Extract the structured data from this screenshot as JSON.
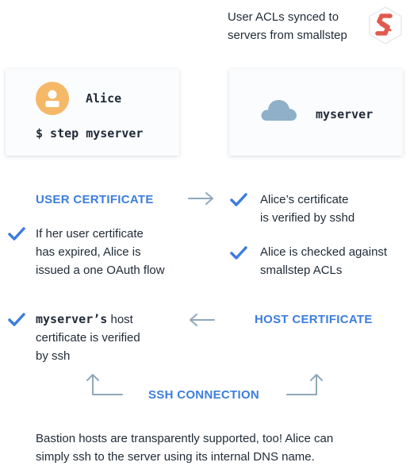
{
  "header": {
    "sync_note_line1": "User ACLs synced to",
    "sync_note_line2": "servers from smallstep",
    "logo_icon": "smallstep-logo-icon",
    "logo_color": "#e05a4e"
  },
  "user_card": {
    "avatar_icon": "user-avatar-icon",
    "avatar_color": "#f4b867",
    "name": "Alice",
    "command": "$ step myserver"
  },
  "server_card": {
    "cloud_icon": "cloud-icon",
    "cloud_color": "#8fb0c8",
    "name": "myserver"
  },
  "user_certificate": {
    "heading": "USER CERTIFICATE",
    "note_line1": "If her user certificate",
    "note_line2": "has expired, Alice is",
    "note_line3": "issued a one OAuth flow"
  },
  "server_checks": [
    {
      "line1": "Alice’s certificate",
      "line2": "is verified by sshd"
    },
    {
      "line1": "Alice is checked against",
      "line2": "smallstep ACLs"
    }
  ],
  "host_certificate": {
    "heading": "HOST CERTIFICATE",
    "note_mono": "myserver’s",
    "note_line1_rest": " host",
    "note_line2": "certificate is verified",
    "note_line3": "by ssh"
  },
  "ssh_connection": {
    "heading": "SSH CONNECTION"
  },
  "footer": {
    "line1": "Bastion hosts are transparently supported, too! Alice can",
    "line2": "simply ssh to the server using its internal DNS name."
  },
  "colors": {
    "accent_blue": "#3d7dde",
    "arrow_gray": "#8fa8bb"
  }
}
